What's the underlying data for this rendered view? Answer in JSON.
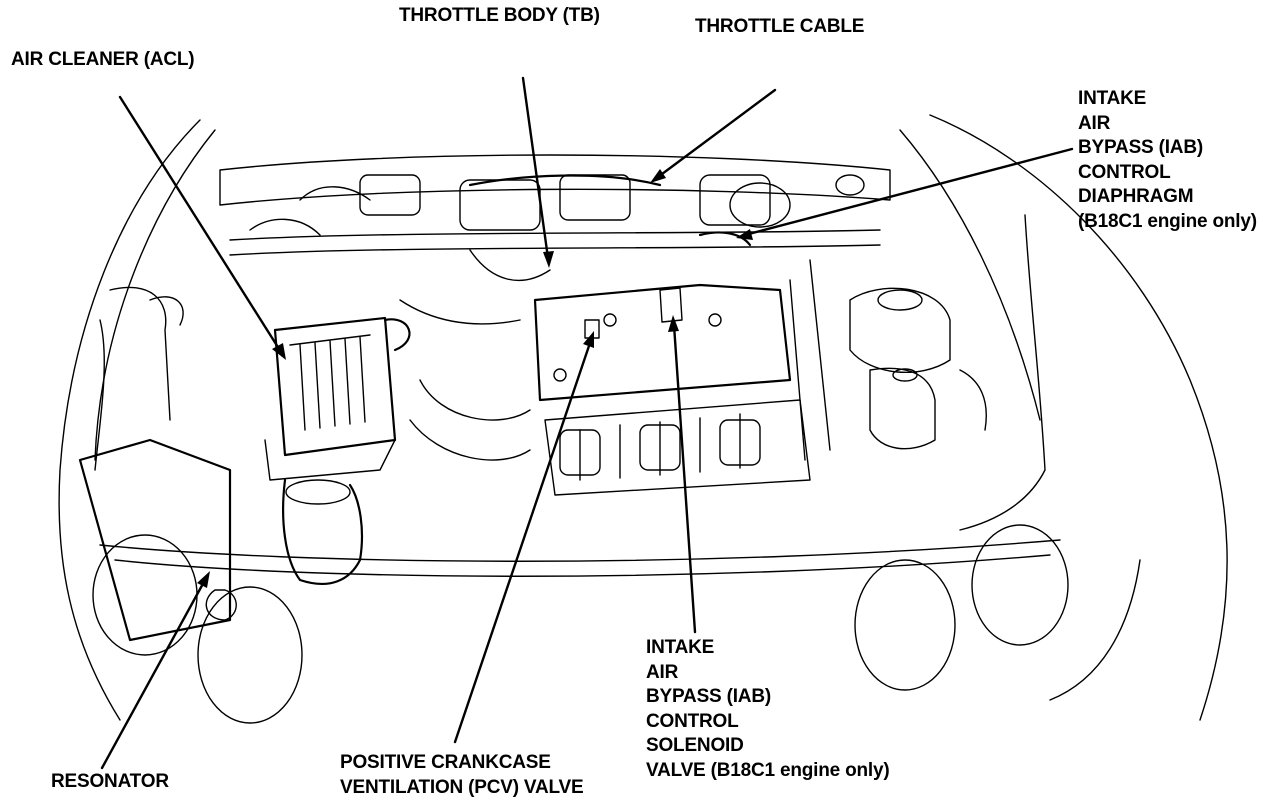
{
  "labels": {
    "throttle_body": "THROTTLE BODY (TB)",
    "throttle_cable": "THROTTLE CABLE",
    "air_cleaner": "AIR CLEANER (ACL)",
    "iab_diaphragm": [
      "INTAKE",
      "AIR",
      "BYPASS (IAB)",
      "CONTROL",
      "DIAPHRAGM",
      "(B18C1 engine only)"
    ],
    "iab_solenoid": [
      "INTAKE",
      "AIR",
      "BYPASS (IAB)",
      "CONTROL",
      "SOLENOID",
      "VALVE (B18C1 engine only)"
    ],
    "pcv_valve": [
      "POSITIVE CRANKCASE",
      "VENTILATION (PCV) VALVE"
    ],
    "resonator": "RESONATOR"
  }
}
